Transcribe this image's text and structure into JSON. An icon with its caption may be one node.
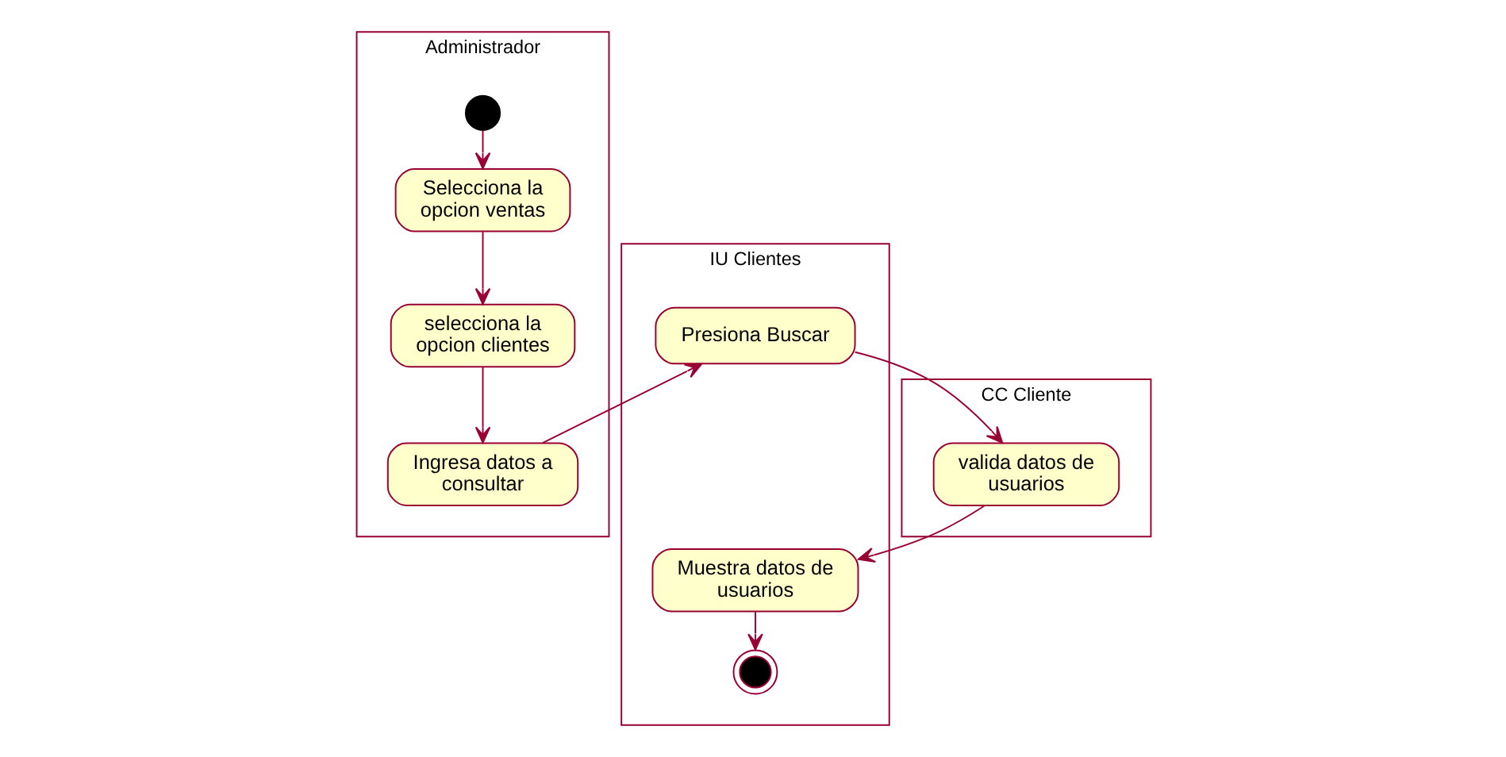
{
  "diagram": {
    "nodes": [
      {
        "text": [
          "Administrador"
        ]
      },
      {
        "text": [
          "IU Clientes"
        ]
      },
      {
        "text": [
          "CC Cliente"
        ]
      },
      {
        "text": [],
        "shape": "circle",
        "in": 0
      },
      {
        "text": [
          "Selecciona la opcion ventas"
        ],
        "in": 0
      },
      {
        "text": [
          "selecciona la opcion clientes"
        ],
        "in": 0
      },
      {
        "text": [
          "Ingresa datos a consultar"
        ],
        "in": 0
      },
      {
        "text": [
          "Presiona Buscar"
        ],
        "in": 1
      },
      {
        "text": [
          "valida datos de usuarios"
        ],
        "in": 2
      },
      {
        "text": [
          "Muestra datos de usuarios"
        ],
        "in": 1
      },
      {
        "text": [],
        "shape": "bullseye",
        "in": 1
      }
    ],
    "edges": [
      {
        "from": 3,
        "to": 4,
        "arrow": "to"
      },
      {
        "from": 4,
        "to": 5,
        "arrow": "to"
      },
      {
        "from": 5,
        "to": 6,
        "arrow": "to"
      },
      {
        "from": 6,
        "to": 7,
        "arrow": "to"
      },
      {
        "from": 7,
        "to": 8,
        "arrow": "to"
      },
      {
        "from": 8,
        "to": 9,
        "arrow": "to"
      },
      {
        "from": 9,
        "to": 10,
        "arrow": "to"
      }
    ]
  }
}
